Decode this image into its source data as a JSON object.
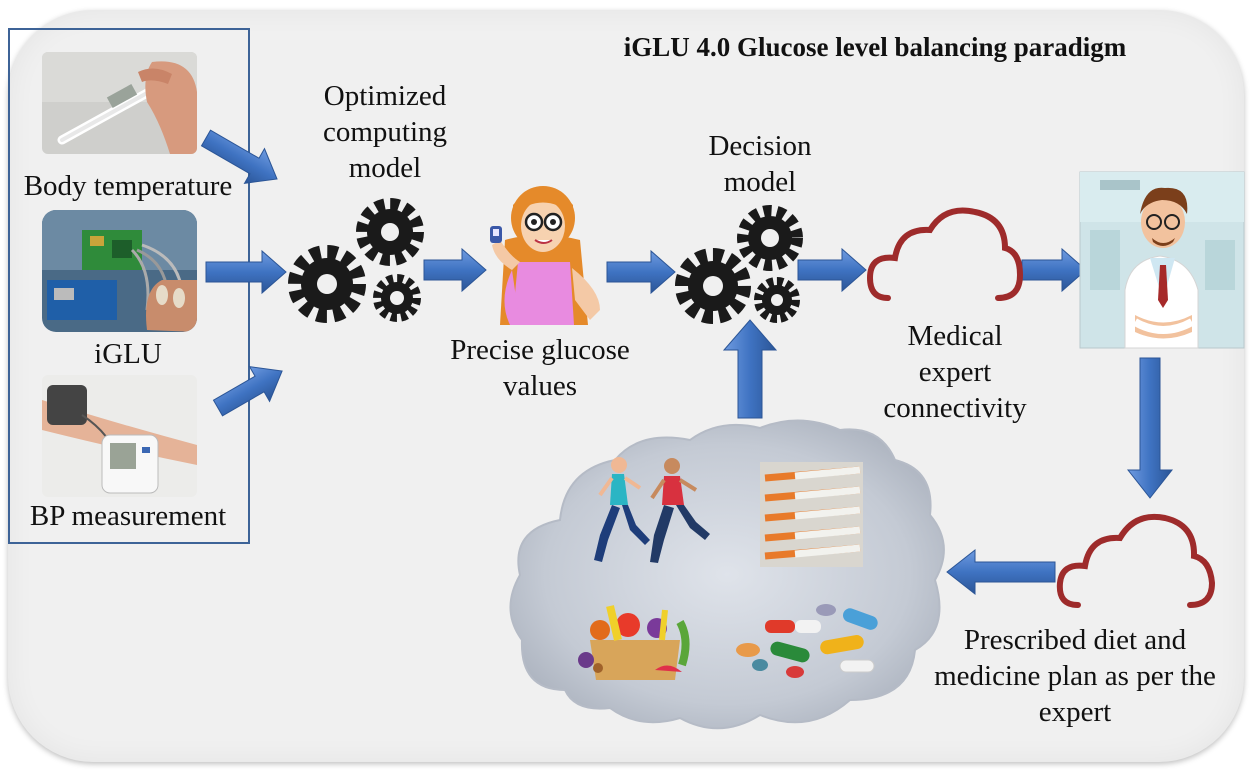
{
  "title": "iGLU 4.0 Glucose level balancing paradigm",
  "inputs": {
    "body_temperature": "Body temperature",
    "iglu": "iGLU",
    "bp_measurement": "BP measurement"
  },
  "labels": {
    "optimized_model": [
      "Optimized",
      "computing",
      "model"
    ],
    "precise_values": [
      "Precise glucose",
      "values"
    ],
    "decision_model": [
      "Decision",
      "model"
    ],
    "medical_expert": [
      "Medical",
      "expert",
      "connectivity"
    ],
    "prescribed_plan": [
      "Prescribed diet and",
      "medicine plan as per the",
      "expert"
    ]
  },
  "colors": {
    "arrow": "#3f73c2",
    "cloud_stroke": "#9e2b2b",
    "gear": "#1a1a1a",
    "box_border": "#3d6397"
  }
}
